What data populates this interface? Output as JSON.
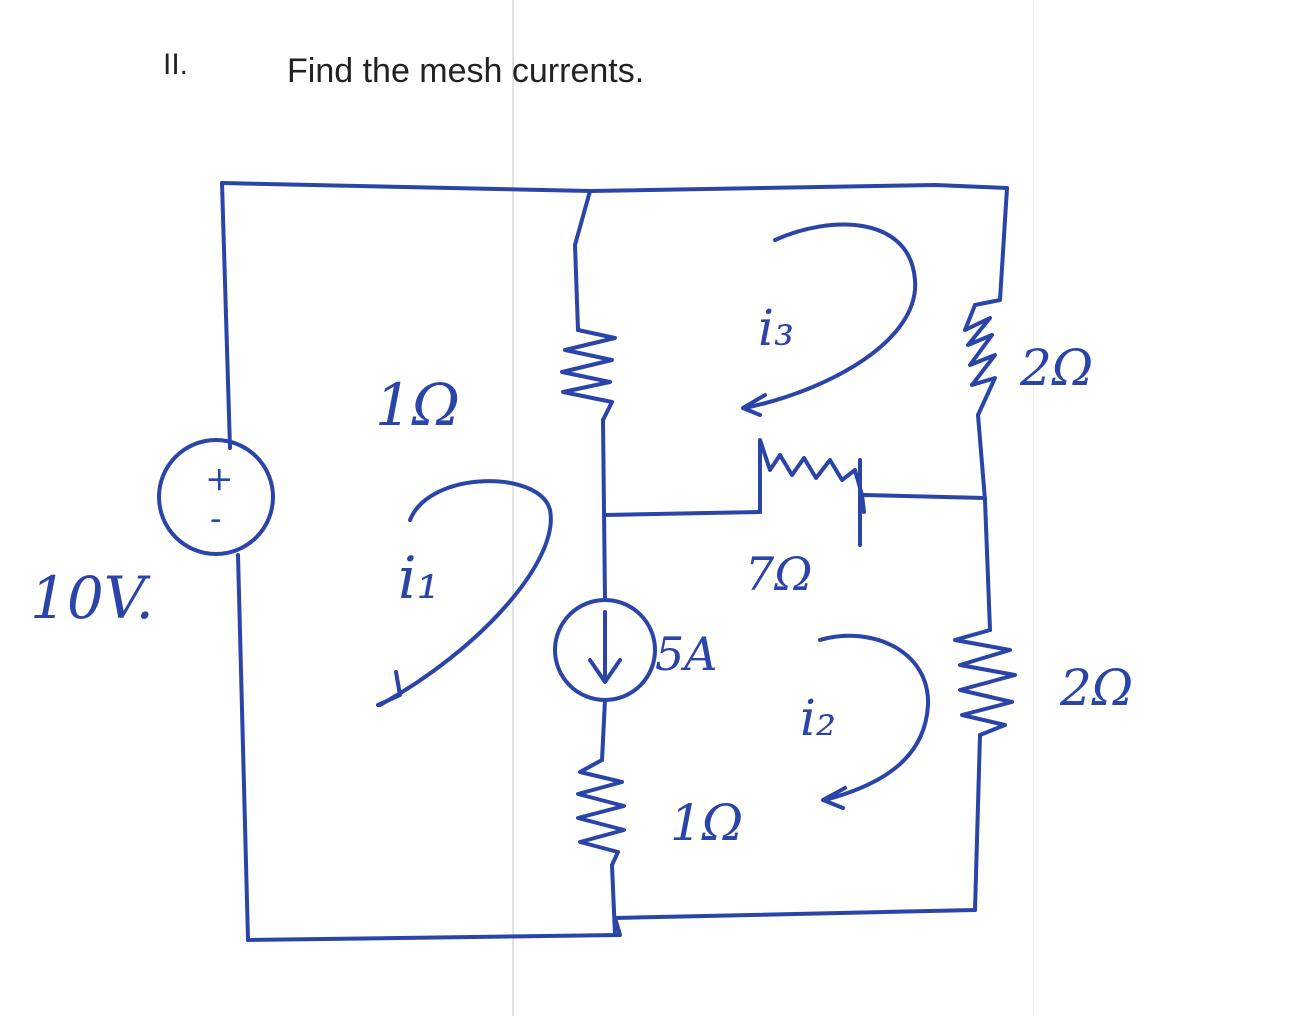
{
  "question": {
    "number": "II.",
    "text": "Find the mesh currents."
  },
  "circuit": {
    "source": {
      "value": "10V.",
      "plus": "+",
      "minus": "-"
    },
    "current_source": {
      "value": "5A"
    },
    "resistors": [
      {
        "id": "r1-top",
        "value": "1Ω"
      },
      {
        "id": "r-mid",
        "value": "7Ω"
      },
      {
        "id": "r-right-top",
        "value": "2Ω"
      },
      {
        "id": "r-right-bottom",
        "value": "2Ω"
      },
      {
        "id": "r1-bottom",
        "value": "1Ω"
      }
    ],
    "meshes": [
      {
        "id": "i1",
        "label": "i₁"
      },
      {
        "id": "i2",
        "label": "i₂"
      },
      {
        "id": "i3",
        "label": "i₃"
      }
    ],
    "ink_color": "#2a44a8"
  }
}
